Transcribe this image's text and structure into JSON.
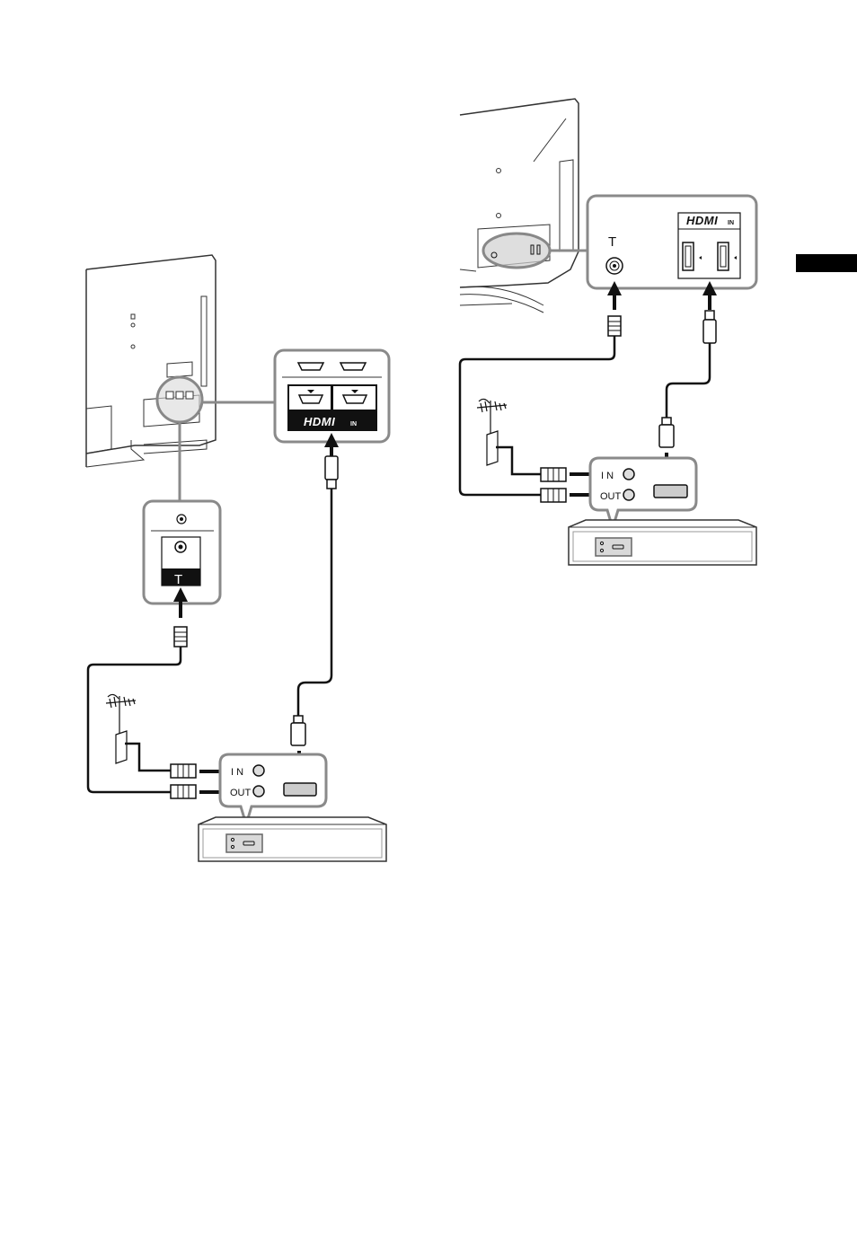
{
  "diagram": {
    "left": {
      "hdmi_logo": "HDMI",
      "hdmi_in": "IN",
      "in_label": "I N",
      "out_label": "OUT",
      "antenna_symbol": "Τ"
    },
    "right": {
      "hdmi_logo": "HDMI",
      "hdmi_in": "IN",
      "in_label": "I N",
      "out_label": "OUT",
      "antenna_symbol": "Τ"
    }
  },
  "colors": {
    "line": "#111111",
    "callout_border": "#8a8a8a",
    "panel_fill": "#f2f2f2",
    "recorder_face": "#d9d9d9",
    "page_tab": "#000000"
  }
}
